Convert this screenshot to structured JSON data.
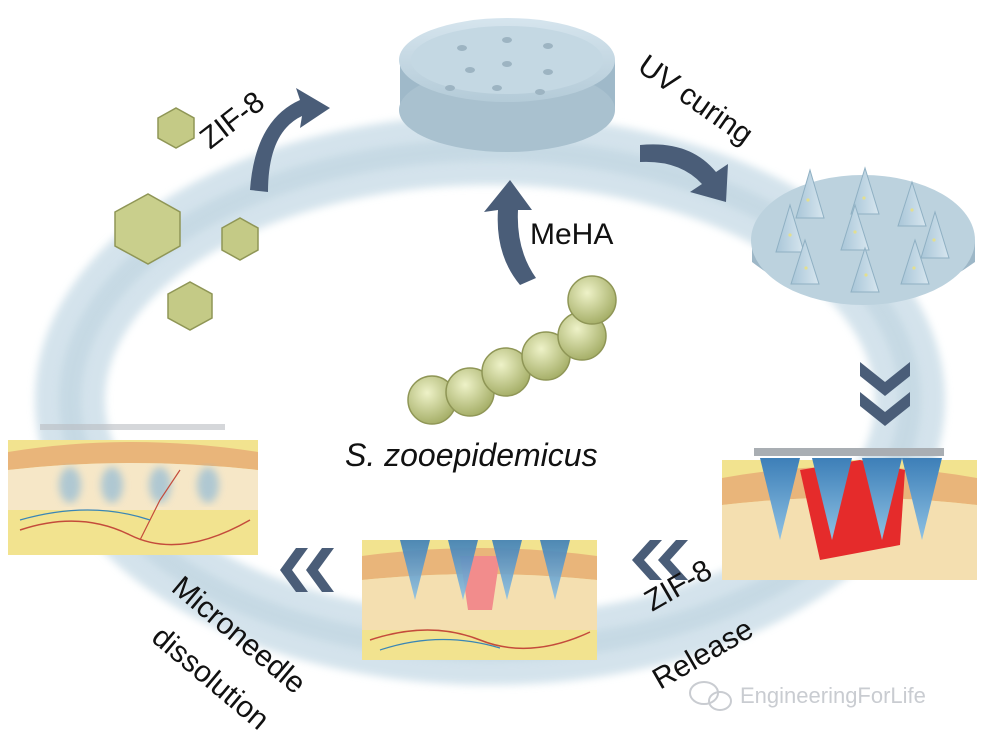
{
  "labels": {
    "zif8_top": "ZIF-8",
    "uv_curing": "UV curing",
    "meha": "MeHA",
    "bacterium": "S. zooepidemicus",
    "zif8_release_line1": "ZIF-8",
    "zif8_release_line2": "Release",
    "dissolution_line1": "Microneedle",
    "dissolution_line2": "dissolution"
  },
  "watermark": {
    "text": "EngineeringForLife",
    "icon": "wechat-icon"
  },
  "colors": {
    "ring": "#cfe0ea",
    "mold": "#b8cfdb",
    "crystal": "#c9cf8a",
    "needle": "#4f8fc0",
    "wound_red": "#e02b2b",
    "skin": "#f3d9a8",
    "fat": "#f5e27a",
    "arrow": "#4a5d78"
  }
}
